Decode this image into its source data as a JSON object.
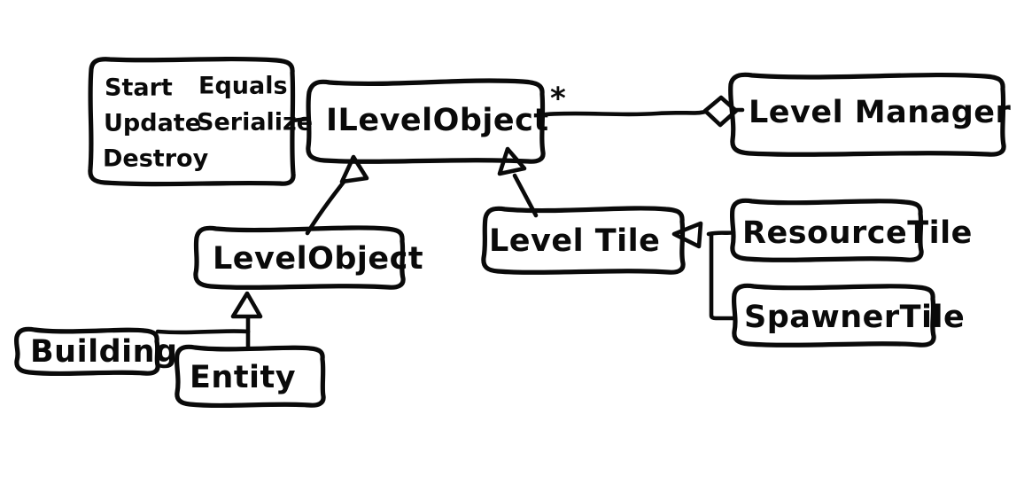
{
  "diagram": {
    "title": "Level Object UML Class Diagram",
    "style": "hand-drawn whiteboard sketch",
    "ink_color": "#0a0a0a",
    "background_color": "#ffffff"
  },
  "members_box": {
    "name": "ILevelObject members",
    "rows": [
      {
        "left": "Start",
        "right": "Equals"
      },
      {
        "left": "Update",
        "right": "Serialize"
      },
      {
        "left": "Destroy",
        "right": ""
      }
    ]
  },
  "classes": {
    "ilevelobject": {
      "label": "ILevelObject"
    },
    "levelmanager": {
      "label": "Level Manager"
    },
    "levelobject": {
      "label": "LevelObject"
    },
    "leveltile": {
      "label": "Level Tile"
    },
    "resourcetile": {
      "label": "ResourceTile"
    },
    "spawnertile": {
      "label": "SpawnerTile"
    },
    "building": {
      "label": "Building"
    },
    "entity": {
      "label": "Entity"
    }
  },
  "annotations": {
    "multiplicity_star": "*"
  },
  "relationships": [
    {
      "name": "aggregation-levelmanager-ilevelobject",
      "from": "Level Manager",
      "to": "ILevelObject",
      "type": "aggregation",
      "multiplicity": "*"
    },
    {
      "name": "inheritance-levelobject-ilevelobject",
      "from": "LevelObject",
      "to": "ILevelObject",
      "type": "realization"
    },
    {
      "name": "inheritance-leveltile-ilevelobject",
      "from": "Level Tile",
      "to": "ILevelObject",
      "type": "realization"
    },
    {
      "name": "inheritance-resourcetile-leveltile",
      "from": "ResourceTile",
      "to": "Level Tile",
      "type": "inheritance"
    },
    {
      "name": "inheritance-spawnertile-leveltile",
      "from": "SpawnerTile",
      "to": "Level Tile",
      "type": "inheritance"
    },
    {
      "name": "inheritance-entity-levelobject",
      "from": "Entity",
      "to": "LevelObject",
      "type": "inheritance"
    },
    {
      "name": "inheritance-building-levelobject",
      "from": "Building",
      "to": "LevelObject",
      "type": "inheritance"
    }
  ]
}
